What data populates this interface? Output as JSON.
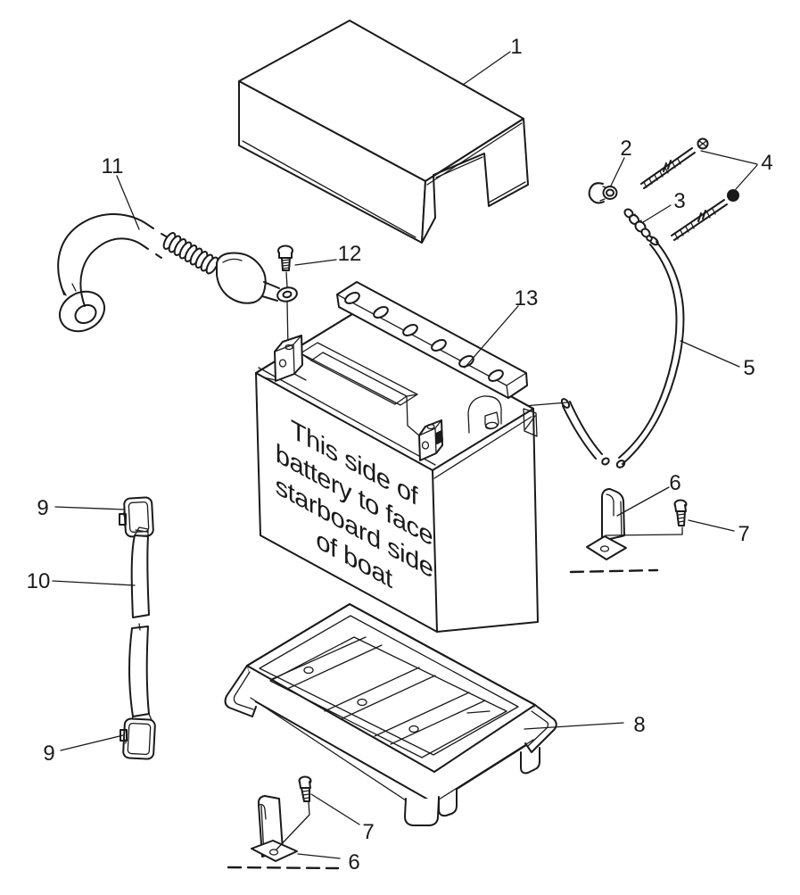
{
  "colors": {
    "line": "#1a1a1a",
    "background": "#ffffff"
  },
  "battery_label": {
    "line1": "This side of",
    "line2": "battery to face",
    "line3": "starboard side",
    "line4": "of boat"
  },
  "callouts": {
    "cover": "1",
    "vent_elbow": "2",
    "vent_fitting": "3",
    "mounting_screw": "4",
    "vent_tube": "5",
    "bracket": "6",
    "bracket_screw": "7",
    "tray": "8",
    "strap_hook": "9",
    "strap": "10",
    "ground_cable": "11",
    "terminal_screw": "12",
    "battery": "13"
  }
}
